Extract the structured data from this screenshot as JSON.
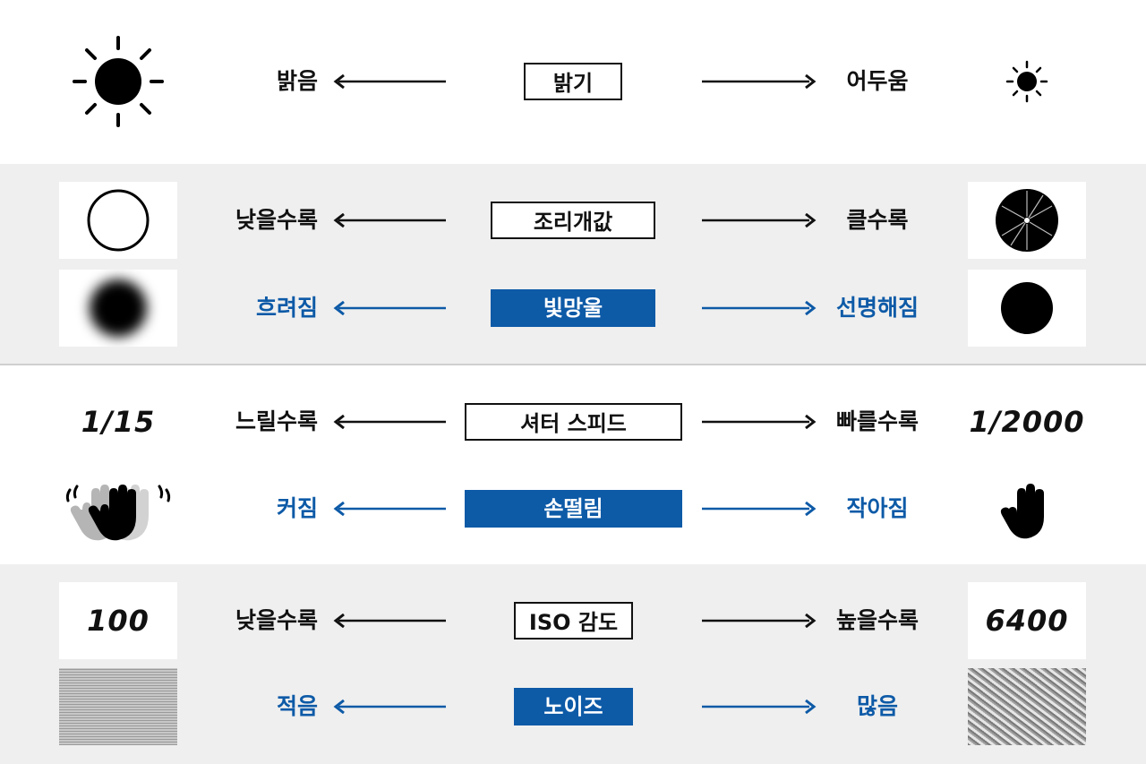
{
  "colors": {
    "accent_blue": "#0d5aa7",
    "text_dark": "#111111",
    "band_gray": "#efefef"
  },
  "brightness": {
    "center": "밝기",
    "left": "밝음",
    "right": "어두움",
    "left_icon": "large-sun-icon",
    "right_icon": "small-sun-icon"
  },
  "aperture": {
    "center": "조리개값",
    "left": "낮을수록",
    "right": "클수록",
    "left_icon": "open-aperture-icon",
    "right_icon": "closed-aperture-icon"
  },
  "bokeh": {
    "center": "빛망울",
    "left": "흐려짐",
    "right": "선명해짐",
    "left_icon": "blurred-dot-icon",
    "right_icon": "sharp-dot-icon"
  },
  "shutter": {
    "center": "셔터 스피드",
    "left": "느릴수록",
    "right": "빠를수록",
    "left_value": "1/15",
    "right_value": "1/2000"
  },
  "shake": {
    "center": "손떨림",
    "left": "커짐",
    "right": "작아짐",
    "left_icon": "shaking-hand-icon",
    "right_icon": "still-hand-icon"
  },
  "iso": {
    "center": "ISO 감도",
    "left": "낮을수록",
    "right": "높을수록",
    "left_value": "100",
    "right_value": "6400"
  },
  "noise": {
    "center": "노이즈",
    "left": "적음",
    "right": "많음",
    "left_icon": "fine-noise-icon",
    "right_icon": "coarse-noise-icon"
  }
}
